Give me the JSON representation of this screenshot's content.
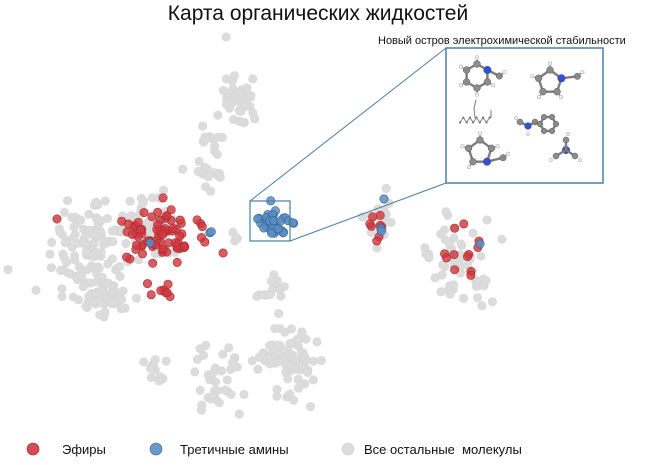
{
  "chart_data": {
    "type": "scatter",
    "title": "Карта органических жидкостей",
    "inset_title": "Новый остров электрохимической стабильности",
    "xlabel": "",
    "ylabel": "",
    "axes_visible": false,
    "grid": false,
    "legend_placement": "bottom",
    "colors": {
      "esters": "#d0383e",
      "amines": "#5b8ec4",
      "other": "#dcdcdc",
      "inset_border": "#4a7fa5",
      "atom_carbon": "#8c8c8c",
      "atom_nitrogen": "#3050d8",
      "atom_hydrogen": "#f2f2f2"
    },
    "legend": [
      {
        "key": "esters",
        "label": "Эфиры"
      },
      {
        "key": "amines",
        "label": "Третичные амины"
      },
      {
        "key": "other",
        "label": "Все остальные  молекулы"
      }
    ],
    "series": [
      {
        "name": "Все остальные  молекулы",
        "key": "other",
        "clusters": [
          {
            "cx": 90,
            "cy": 255,
            "rx": 42,
            "ry": 62,
            "n": 120
          },
          {
            "cx": 150,
            "cy": 225,
            "rx": 35,
            "ry": 40,
            "n": 55
          },
          {
            "cx": 240,
            "cy": 100,
            "rx": 18,
            "ry": 30,
            "n": 40
          },
          {
            "cx": 212,
            "cy": 140,
            "rx": 12,
            "ry": 12,
            "n": 12
          },
          {
            "cx": 205,
            "cy": 175,
            "rx": 18,
            "ry": 14,
            "n": 14
          },
          {
            "cx": 270,
            "cy": 288,
            "rx": 12,
            "ry": 14,
            "n": 16
          },
          {
            "cx": 290,
            "cy": 360,
            "rx": 30,
            "ry": 40,
            "n": 75
          },
          {
            "cx": 218,
            "cy": 380,
            "rx": 22,
            "ry": 35,
            "n": 35
          },
          {
            "cx": 155,
            "cy": 368,
            "rx": 12,
            "ry": 16,
            "n": 12
          },
          {
            "cx": 378,
            "cy": 220,
            "rx": 18,
            "ry": 22,
            "n": 22
          },
          {
            "cx": 460,
            "cy": 262,
            "rx": 30,
            "ry": 40,
            "n": 55
          },
          {
            "cx": 110,
            "cy": 300,
            "rx": 30,
            "ry": 16,
            "n": 30
          },
          {
            "cx": 235,
            "cy": 233,
            "rx": 8,
            "ry": 8,
            "n": 5
          }
        ]
      },
      {
        "name": "Эфиры",
        "key": "esters",
        "clusters": [
          {
            "cx": 163,
            "cy": 235,
            "rx": 40,
            "ry": 27,
            "n": 75
          },
          {
            "cx": 160,
            "cy": 293,
            "rx": 12,
            "ry": 10,
            "n": 8
          },
          {
            "cx": 376,
            "cy": 225,
            "rx": 8,
            "ry": 16,
            "n": 8
          },
          {
            "cx": 462,
            "cy": 253,
            "rx": 22,
            "ry": 30,
            "n": 12
          },
          {
            "cx": 57,
            "cy": 219,
            "rx": 1,
            "ry": 1,
            "n": 1
          }
        ]
      },
      {
        "name": "Третичные амины",
        "key": "amines",
        "clusters": [
          {
            "cx": 274,
            "cy": 224,
            "rx": 13,
            "ry": 12,
            "n": 45
          },
          {
            "cx": 381,
            "cy": 230,
            "rx": 3,
            "ry": 3,
            "n": 2
          },
          {
            "cx": 384,
            "cy": 199,
            "rx": 1,
            "ry": 1,
            "n": 1
          },
          {
            "cx": 480,
            "cy": 244,
            "rx": 1,
            "ry": 1,
            "n": 1
          },
          {
            "cx": 210,
            "cy": 233,
            "rx": 3,
            "ry": 3,
            "n": 2
          },
          {
            "cx": 150,
            "cy": 243,
            "rx": 1,
            "ry": 1,
            "n": 1
          }
        ]
      }
    ]
  }
}
